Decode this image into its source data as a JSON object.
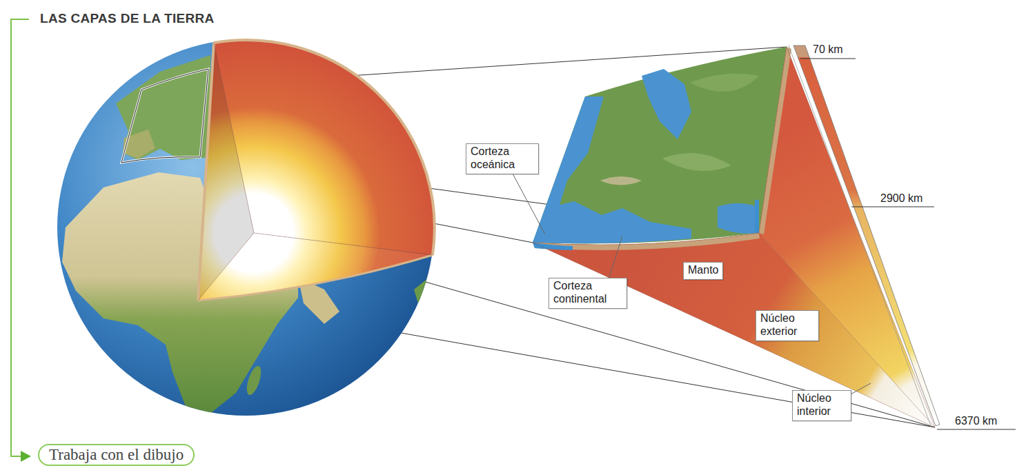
{
  "diagram": {
    "title": "LAS CAPAS DE LA TIERRA",
    "nodes": [
      {
        "text": [
          "Corteza oceánica"
        ]
      },
      {
        "text": [
          "Corteza continental"
        ]
      },
      {
        "text": [
          "Manto"
        ]
      },
      {
        "text": [
          "Núcleo exterior"
        ]
      },
      {
        "text": [
          "Núcleo interior"
        ]
      },
      {
        "text": [
          "Trabaja con el dibujo"
        ]
      }
    ],
    "labels": [
      "70 km",
      "2900 km",
      "6370 km"
    ]
  }
}
